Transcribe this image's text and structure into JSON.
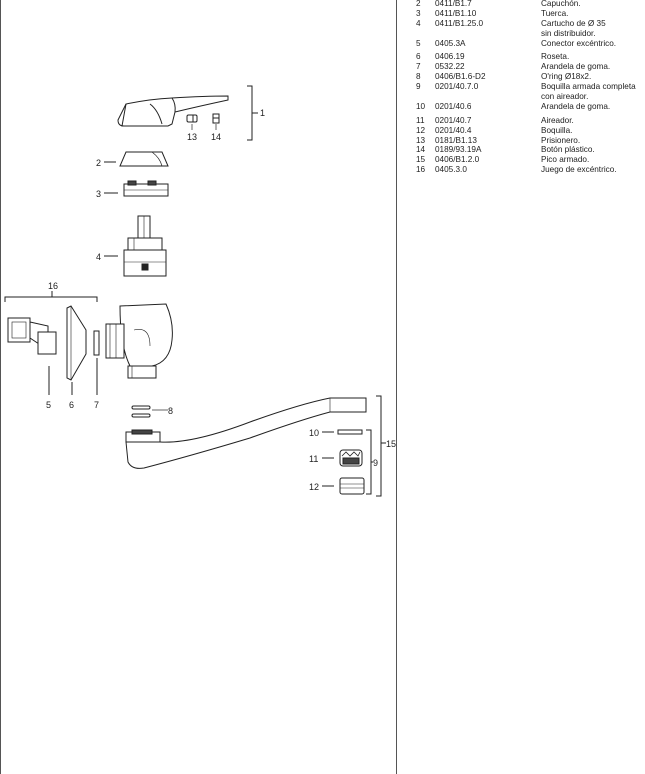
{
  "callouts": {
    "handle": "1",
    "cap": "2",
    "nut": "3",
    "cartridge": "4",
    "eccentric": "5",
    "rosette": "6",
    "washer": "7",
    "oring": "8",
    "spout_assembly": "9",
    "washer_spout": "10",
    "aerator": "11",
    "nozzle": "12",
    "screw": "13",
    "button": "14",
    "spout": "15",
    "eccentric_set": "16"
  },
  "parts_list": [
    {
      "num": "2",
      "code": "0411/B1.7",
      "desc": [
        "Capuchón."
      ]
    },
    {
      "num": "3",
      "code": "0411/B1.10",
      "desc": [
        "Tuerca."
      ]
    },
    {
      "num": "4",
      "code": "0411/B1.25.0",
      "desc": [
        "Cartucho de Ø 35",
        "sin distribuidor."
      ]
    },
    {
      "num": "5",
      "code": "0405.3A",
      "desc": [
        "Conector excéntrico."
      ]
    },
    {
      "num": "6",
      "code": "0406.19",
      "desc": [
        "Roseta."
      ]
    },
    {
      "num": "7",
      "code": "0532.22",
      "desc": [
        "Arandela de goma."
      ]
    },
    {
      "num": "8",
      "code": "0406/B1.6-D2",
      "desc": [
        "O'ring Ø18x2."
      ]
    },
    {
      "num": "9",
      "code": "0201/40.7.0",
      "desc": [
        "Boquilla armada completa",
        "con aireador."
      ]
    },
    {
      "num": "10",
      "code": "0201/40.6",
      "desc": [
        "Arandela de goma."
      ]
    },
    {
      "num": "11",
      "code": "0201/40.7",
      "desc": [
        "Aireador."
      ]
    },
    {
      "num": "12",
      "code": "0201/40.4",
      "desc": [
        "Boquilla."
      ]
    },
    {
      "num": "13",
      "code": "0181/B1.13",
      "desc": [
        "Prisionero."
      ]
    },
    {
      "num": "14",
      "code": "0189/93.19A",
      "desc": [
        "Botón plástico."
      ]
    },
    {
      "num": "15",
      "code": "0406/B1.2.0",
      "desc": [
        "Pico armado."
      ]
    },
    {
      "num": "16",
      "code": "0405.3.0",
      "desc": [
        "Juego de excéntrico."
      ]
    }
  ]
}
